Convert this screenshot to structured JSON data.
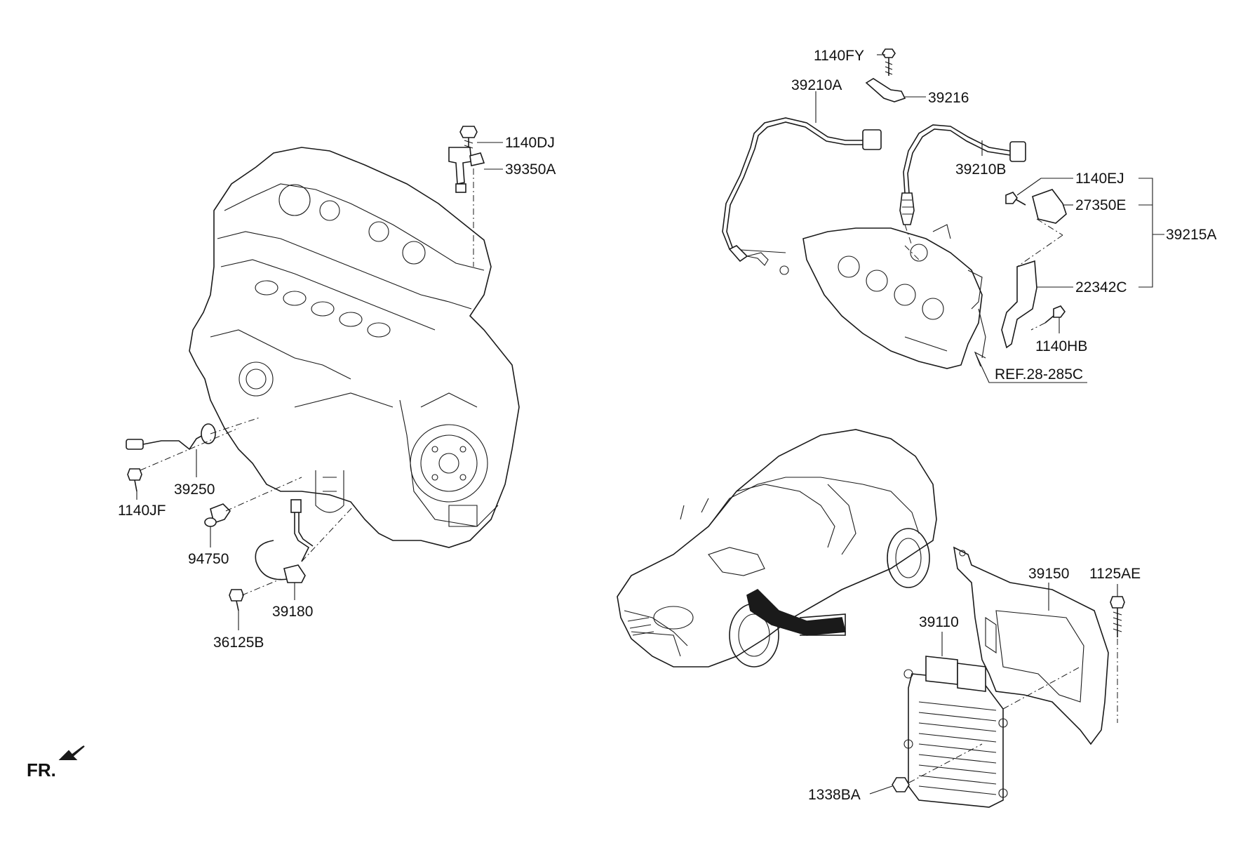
{
  "labels": {
    "p1140FY": "1140FY",
    "p39216": "39216",
    "p39210A": "39210A",
    "p39210B": "39210B",
    "p1140DJ": "1140DJ",
    "p39350A": "39350A",
    "p1140EJ": "1140EJ",
    "p27350E": "27350E",
    "p39215A": "39215A",
    "p22342C": "22342C",
    "p1140HB": "1140HB",
    "ref28_285C": "REF.28-285C",
    "p39250": "39250",
    "p1140JF": "1140JF",
    "p94750": "94750",
    "p39180": "39180",
    "p36125B": "36125B",
    "p39150": "39150",
    "p1125AE": "1125AE",
    "p39110": "39110",
    "p1338BA": "1338BA"
  },
  "direction": {
    "fr": "FR."
  },
  "icons": {
    "front_direction": "arrow-icon"
  },
  "colors": {
    "line": "#1a1a1a",
    "text": "#111111",
    "background": "#ffffff"
  }
}
